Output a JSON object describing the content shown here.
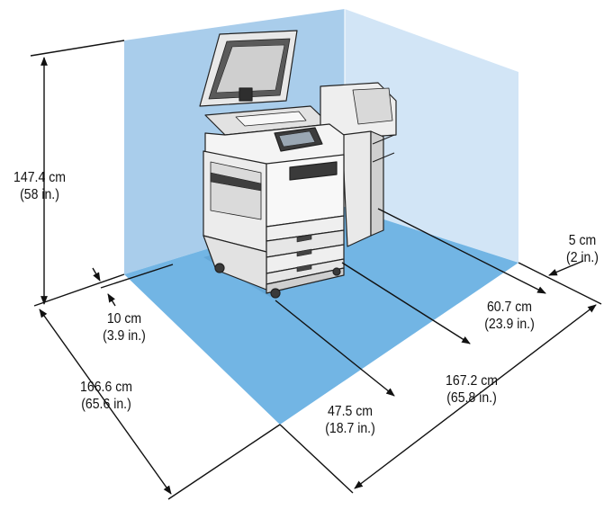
{
  "colors": {
    "back_wall": "#a9cdeb",
    "side_wall": "#d2e5f6",
    "floor": "#72b5e4",
    "line": "#111111",
    "printer_body": "#f3f3f3",
    "printer_dark": "#3a3a3a"
  },
  "dimensions": {
    "height": {
      "metric": "147.4 cm",
      "imperial": "(58 in.)"
    },
    "left_clearance": {
      "metric": "10 cm",
      "imperial": "(3.9 in.)"
    },
    "left_depth": {
      "metric": "166.6 cm",
      "imperial": "(65.6 in.)"
    },
    "front_clearance": {
      "metric": "47.5 cm",
      "imperial": "(18.7 in.)"
    },
    "right_width": {
      "metric": "167.2 cm",
      "imperial": "(65.8 in.)"
    },
    "machine_width": {
      "metric": "60.7 cm",
      "imperial": "(23.9 in.)"
    },
    "right_clearance": {
      "metric": "5 cm",
      "imperial": "(2 in.)"
    }
  }
}
